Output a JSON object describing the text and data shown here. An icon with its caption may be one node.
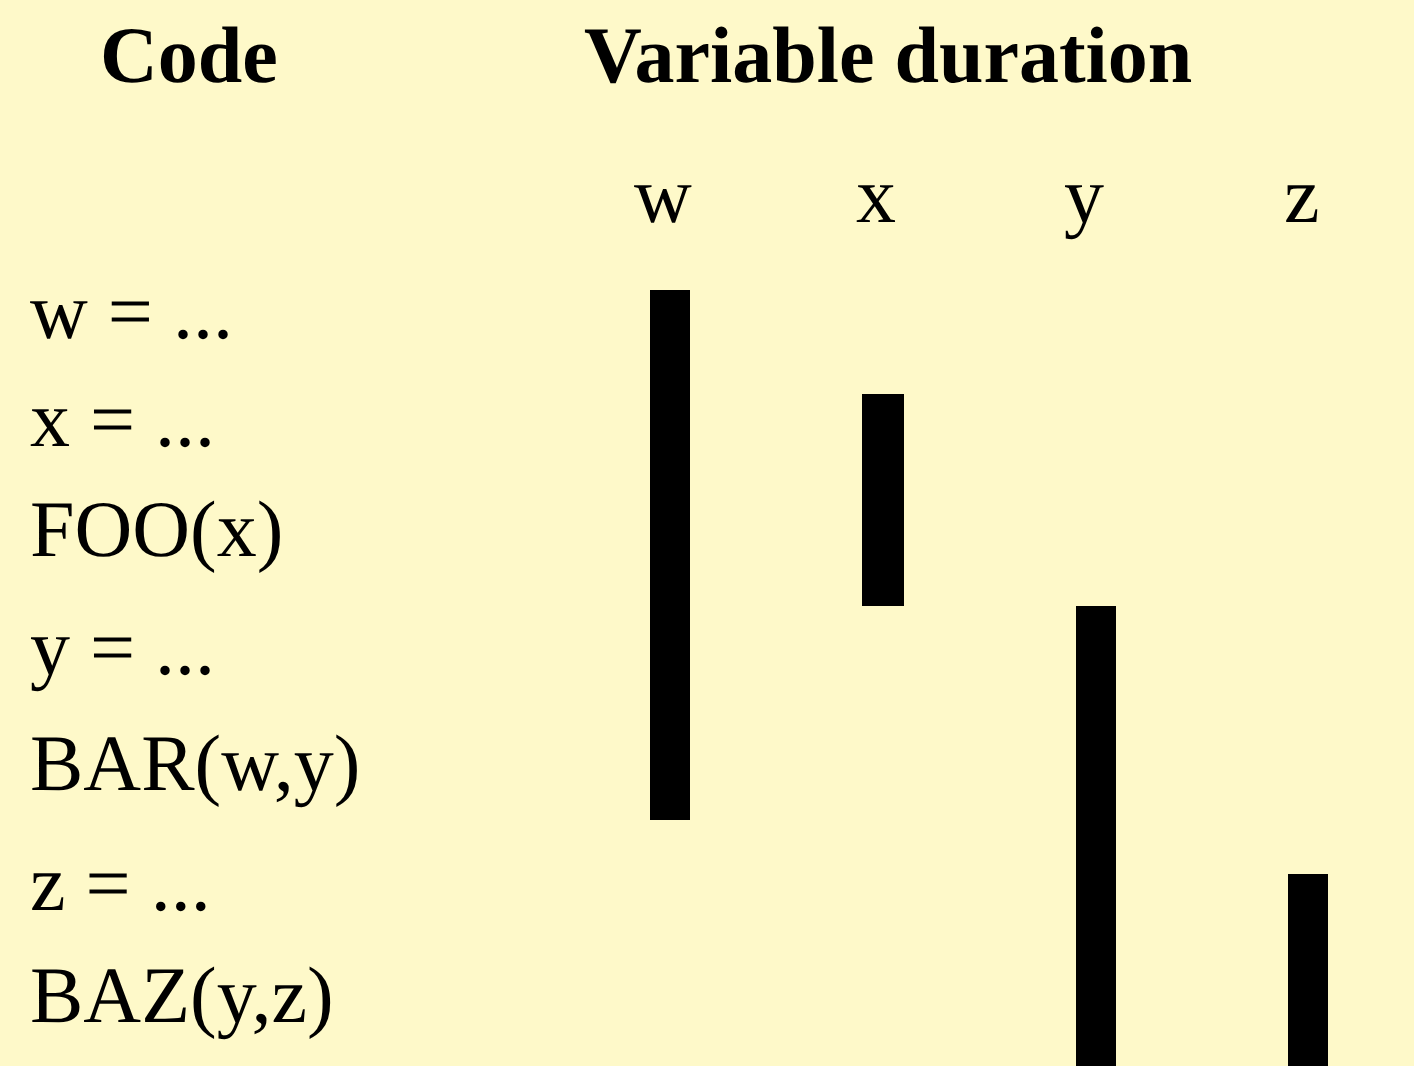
{
  "diagram": {
    "nodes": [
      {
        "text": [],
        "shape": "bar"
      },
      {
        "text": [],
        "shape": "bar"
      },
      {
        "text": [],
        "shape": "bar"
      },
      {
        "text": [],
        "shape": "bar"
      }
    ],
    "labels": [
      "Code",
      "Variable duration",
      "w",
      "x",
      "y",
      "z",
      "w = ...",
      "x = ...",
      "FOO(x)",
      "y = ...",
      "BAR(w,y)",
      "z = ...",
      "BAZ(y,z)"
    ]
  }
}
